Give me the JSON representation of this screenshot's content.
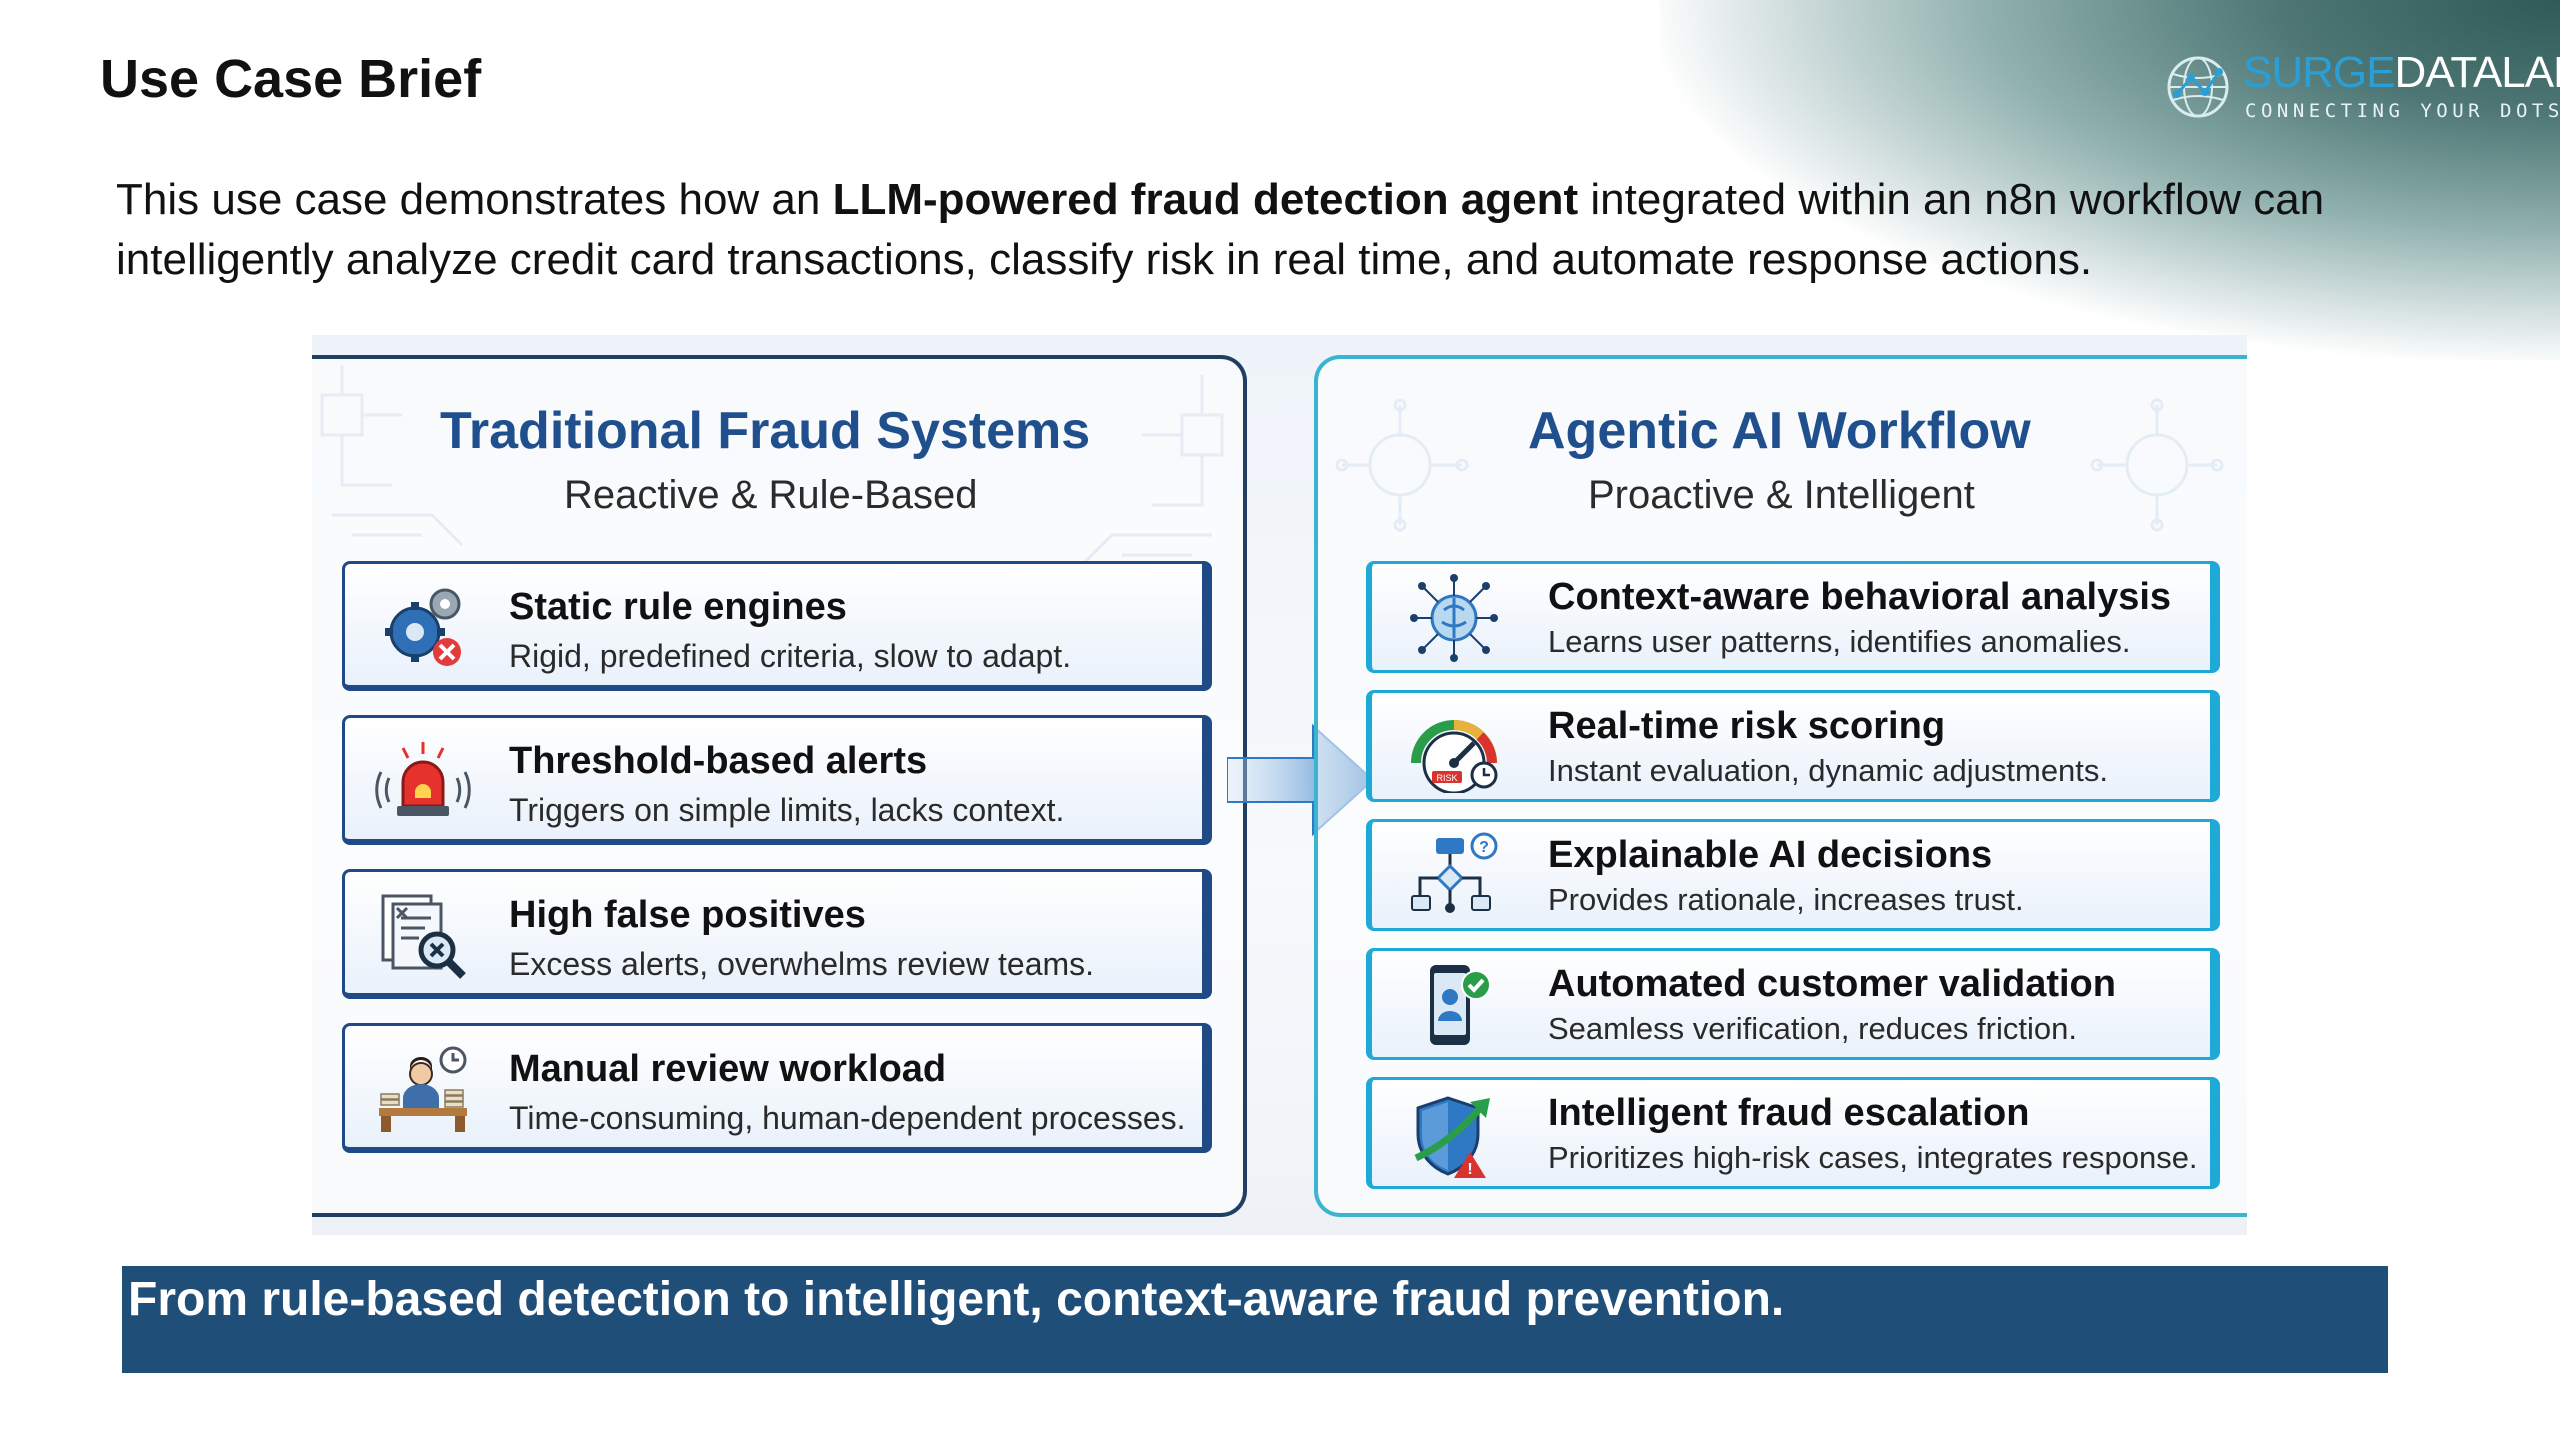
{
  "header": {
    "title": "Use Case Brief",
    "logo": {
      "word_part1": "SURGE",
      "word_part2": "DATALAB",
      "tagline": "CONNECTING YOUR DOTS"
    }
  },
  "intro": {
    "before": "This use case demonstrates how an ",
    "highlight": "LLM-powered fraud detection agent",
    "after": " integrated within an n8n workflow can intelligently analyze credit card transactions, classify risk in real time, and automate response actions."
  },
  "left_panel": {
    "title": "Traditional Fraud Systems",
    "subtitle": "Reactive & Rule-Based",
    "items": [
      {
        "title": "Static rule engines",
        "desc": "Rigid, predefined criteria, slow to adapt.",
        "icon": "gears-error-icon"
      },
      {
        "title": "Threshold-based alerts",
        "desc": "Triggers on simple limits, lacks context.",
        "icon": "alarm-siren-icon"
      },
      {
        "title": "High false positives",
        "desc": "Excess alerts, overwhelms review teams.",
        "icon": "document-search-icon"
      },
      {
        "title": "Manual review workload",
        "desc": "Time-consuming, human-dependent processes.",
        "icon": "reviewer-desk-icon"
      }
    ]
  },
  "right_panel": {
    "title": "Agentic AI Workflow",
    "subtitle": "Proactive & Intelligent",
    "items": [
      {
        "title": "Context-aware behavioral analysis",
        "desc": "Learns user patterns, identifies anomalies.",
        "icon": "brain-network-icon"
      },
      {
        "title": "Real-time risk scoring",
        "desc": "Instant evaluation, dynamic adjustments.",
        "icon": "risk-gauge-icon"
      },
      {
        "title": "Explainable AI decisions",
        "desc": "Provides rationale, increases trust.",
        "icon": "flowchart-question-icon"
      },
      {
        "title": "Automated customer validation",
        "desc": "Seamless verification, reduces friction.",
        "icon": "phone-verify-icon"
      },
      {
        "title": "Intelligent fraud escalation",
        "desc": "Prioritizes high-risk cases, integrates response.",
        "icon": "shield-escalation-icon"
      }
    ],
    "gauge_label": "RISK"
  },
  "banner": {
    "text": "From rule-based detection to intelligent, context-aware fraud prevention."
  },
  "colors": {
    "navy": "#1f4e79",
    "panel_blue": "#1f4f8c",
    "teal": "#3ab4cf"
  }
}
